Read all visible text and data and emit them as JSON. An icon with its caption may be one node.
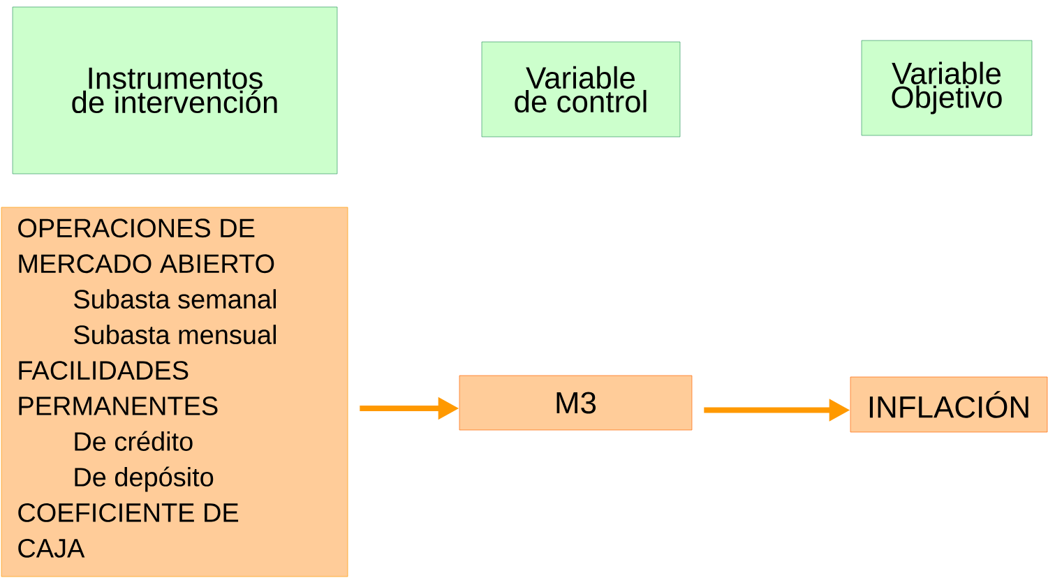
{
  "diagram": {
    "nodes": [
      {
        "text": [
          "Instrumentos de intervención"
        ]
      },
      {
        "text": [
          "Variable de control"
        ]
      },
      {
        "text": [
          "Variable Objetivo"
        ]
      },
      {
        "text": [
          "OPERACIONES DE MERCADO ABIERTO",
          "Subasta semanal",
          "Subasta mensual",
          "FACILIDADES PERMANENTES",
          "De crédito",
          "De depósito",
          "COEFICIENTE DE CAJA"
        ]
      },
      {
        "text": [
          "M3"
        ]
      },
      {
        "text": [
          "INFLACIÓN"
        ]
      }
    ],
    "edges": [
      {
        "from": 3,
        "to": 4,
        "arrow": "to"
      },
      {
        "from": 4,
        "to": 5,
        "arrow": "to"
      }
    ]
  }
}
